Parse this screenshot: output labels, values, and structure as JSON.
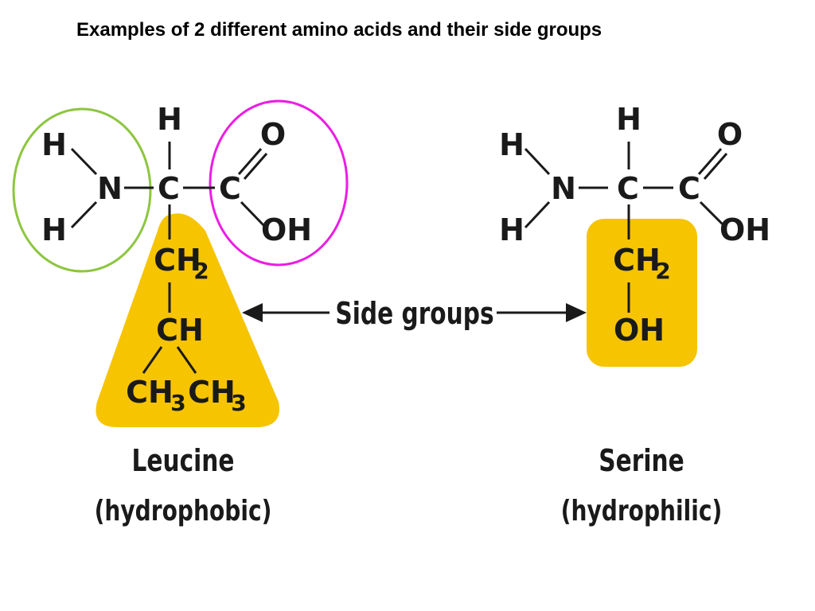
{
  "title": "Examples of 2 different amino acids and their side groups",
  "colors": {
    "side_group_fill": "#f6c400",
    "amino_group_circle": "#8dc63f",
    "carboxyl_group_circle": "#ec1ce4",
    "text": "#1a1a1a"
  },
  "atoms": {
    "H": "H",
    "N": "N",
    "C": "C",
    "O": "O",
    "OH": "OH",
    "CH": "CH",
    "sub2": "2",
    "sub3": "3"
  },
  "side_groups_label": "Side groups",
  "leucine": {
    "name": "Leucine",
    "property": "(hydrophobic)"
  },
  "serine": {
    "name": "Serine",
    "property": "(hydrophilic)"
  }
}
